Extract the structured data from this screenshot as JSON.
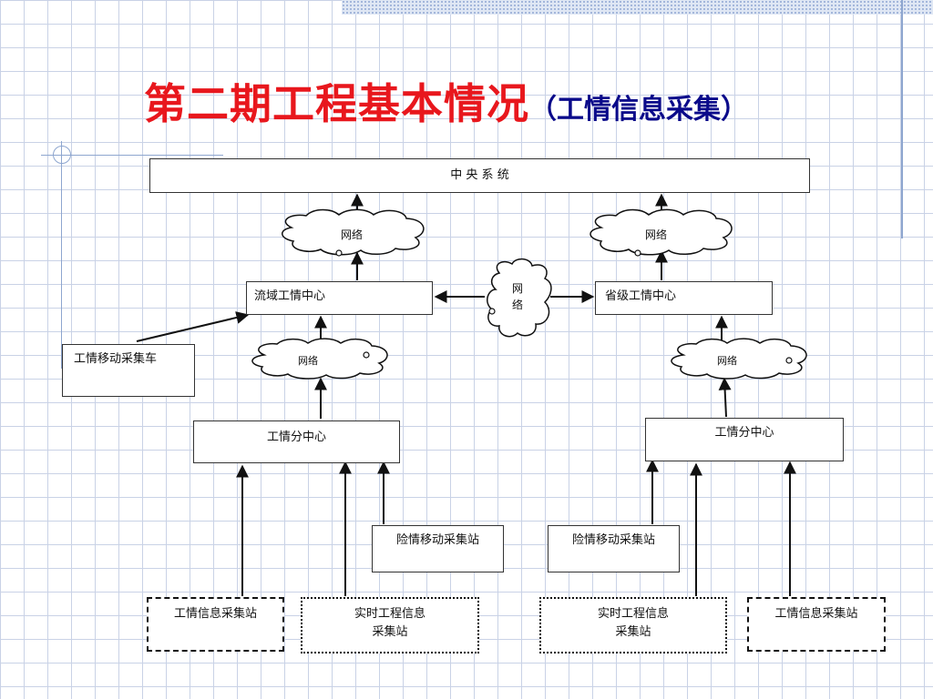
{
  "title": {
    "main": "第二期工程基本情况",
    "sub": "（工情信息采集）"
  },
  "nodes": {
    "central_system": "中 央 系 统",
    "basin_center": "流域工情中心",
    "province_center": "省级工情中心",
    "mobile_vehicle": "工情移动采集车",
    "sub_center_left": "工情分中心",
    "sub_center_right": "工情分中心",
    "mobile_station_left": "险情移动采集站",
    "mobile_station_right": "险情移动采集站",
    "info_station_left": "工情信息采集站",
    "realtime_station_left": "实时工程信息\n采集站",
    "realtime_station_right": "实时工程信息\n采集站",
    "info_station_right": "工情信息采集站"
  },
  "clouds": {
    "net_top_left": "网络",
    "net_top_right": "网络",
    "net_middle": "网\n络",
    "net_lower_left": "网络",
    "net_lower_right": "网络"
  }
}
